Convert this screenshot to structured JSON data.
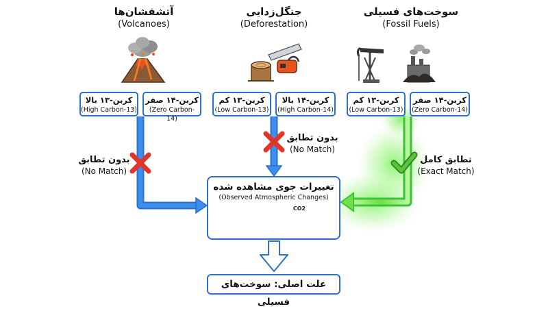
{
  "sources": [
    {
      "title": "آتشفشان‌ها",
      "subtitle": "(Volcanoes)",
      "icon": "volcano-icon",
      "boxes": [
        {
          "fa": "کربن-۱۳ بالا",
          "en": "(High Carbon-13)"
        },
        {
          "fa": "کربن-۱۴ صفر",
          "en": "(Zero Carbon-14)"
        }
      ],
      "match": {
        "status": "no-match",
        "fa": "بدون تطابق",
        "en": "(No Match)",
        "icon": "red-x-icon"
      }
    },
    {
      "title": "جنگل‌زدایی",
      "subtitle": "(Deforestation)",
      "icon": "chainsaw-stump-icon",
      "boxes": [
        {
          "fa": "کربن-۱۳ کم",
          "en": "(Low Carbon-13)"
        },
        {
          "fa": "کربن-۱۴ بالا",
          "en": "(High Carbon-14)"
        }
      ],
      "match": {
        "status": "no-match",
        "fa": "بدون تطابق",
        "en": "(No Match)",
        "icon": "red-x-icon"
      }
    },
    {
      "title": "سوخت‌های فسیلی",
      "subtitle": "(Fossil Fuels)",
      "icon": "oil-pump-factory-icon",
      "boxes": [
        {
          "fa": "کربن-۱۳ کم",
          "en": "(Low Carbon-13)"
        },
        {
          "fa": "کربن-۱۴ صفر",
          "en": "(Zero Carbon-14)"
        }
      ],
      "match": {
        "status": "exact-match",
        "fa": "تطابق کامل",
        "en": "(Exact Match)",
        "icon": "green-check-icon"
      }
    }
  ],
  "observed": {
    "fa": "تغییرات جوی مشاهده شده",
    "en": "(Observed Atmospheric Changes)",
    "co2_label": "CO2",
    "icons": [
      "globe-thermometer-icon",
      "co2-cloud-globe-icon"
    ]
  },
  "conclusion": "علت اصلی: سوخت‌های فسیلی",
  "colors": {
    "arrow_blue": "#3d8ee8",
    "border_blue": "#2a6fd1",
    "match_green": "#3cc23a",
    "no_match_red": "#e0352b"
  }
}
